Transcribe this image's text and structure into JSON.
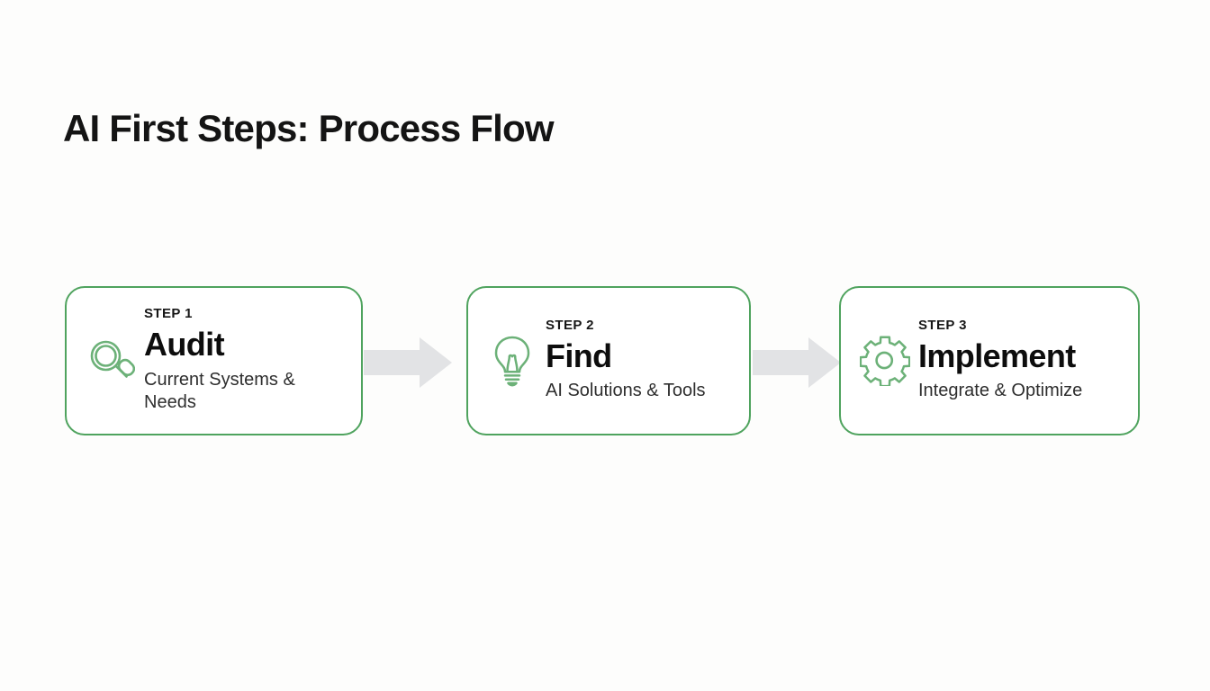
{
  "slide": {
    "title": "AI First Steps: Process Flow",
    "background_color": "#fdfdfc",
    "accent_color": "#4fa35e",
    "arrow_color": "#e2e3e5",
    "title_color": "#141414"
  },
  "steps": [
    {
      "label": "STEP 1",
      "heading": "Audit",
      "description": "Current Systems & Needs",
      "icon": "magnifier-icon"
    },
    {
      "label": "STEP 2",
      "heading": "Find",
      "description": "AI Solutions & Tools",
      "icon": "lightbulb-icon"
    },
    {
      "label": "STEP 3",
      "heading": "Implement",
      "description": "Integrate & Optimize",
      "icon": "gear-icon"
    }
  ],
  "connectors": [
    {
      "name": "arrow-step1-to-step2"
    },
    {
      "name": "arrow-step2-to-step3"
    }
  ]
}
